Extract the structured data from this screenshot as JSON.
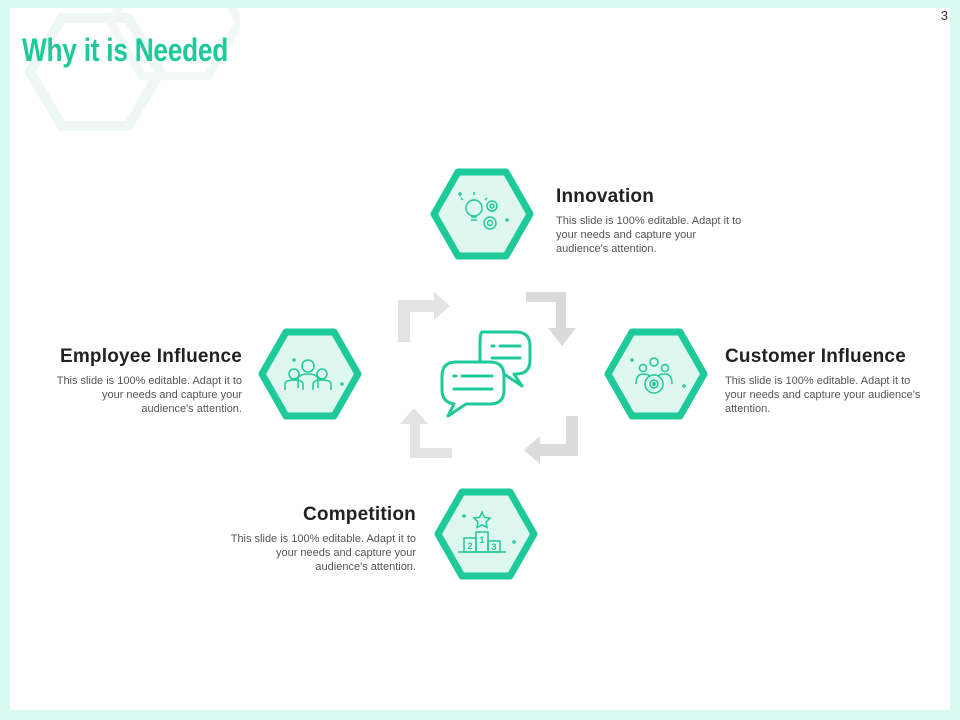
{
  "slide": {
    "title": "Why it is Needed",
    "page_number": "3"
  },
  "colors": {
    "accent": "#1ec99a",
    "hex_fill": "#dff8ef",
    "arrow_gray": "#d9d9d9",
    "heading": "#222222",
    "body": "#555555"
  },
  "items": [
    {
      "id": "innovation",
      "heading": "Innovation",
      "description": "This slide is 100% editable. Adapt it to your needs and capture your audience's attention.",
      "icon": "lightbulb-gears-icon"
    },
    {
      "id": "employee",
      "heading": "Employee Influence",
      "description": "This slide is 100% editable. Adapt it to your needs and capture your audience's attention.",
      "icon": "team-people-icon"
    },
    {
      "id": "customer",
      "heading": "Customer Influence",
      "description": "This slide is 100% editable. Adapt it to your needs and capture your audience's attention.",
      "icon": "target-group-icon"
    },
    {
      "id": "competition",
      "heading": "Competition",
      "description": "This slide is 100% editable. Adapt it to your needs and capture your audience's attention.",
      "icon": "podium-star-icon"
    }
  ],
  "center_icon": "chat-bubbles-icon",
  "podium": {
    "first": "1",
    "second": "2",
    "third": "3"
  }
}
